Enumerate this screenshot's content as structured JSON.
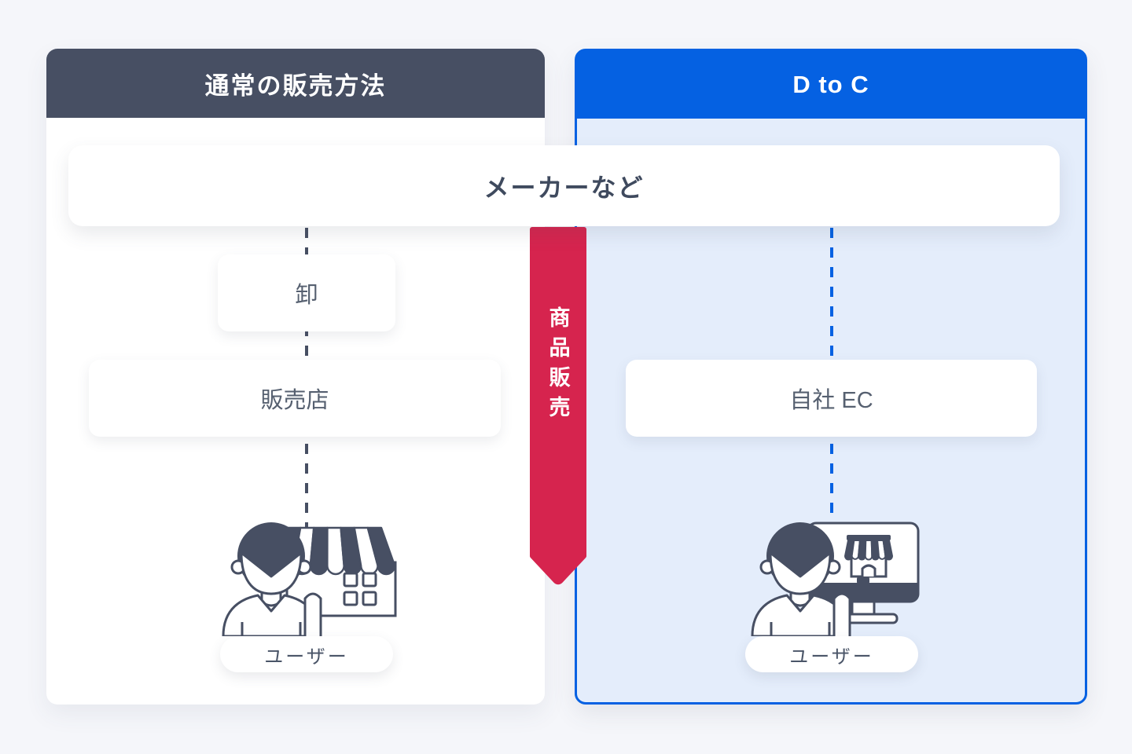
{
  "left_panel": {
    "title": "通常の販売方法",
    "header_bg": "#474F63",
    "nodes": {
      "wholesale": "卸",
      "retail": "販売店"
    },
    "user_label": "ユーザー"
  },
  "right_panel": {
    "title": "D to C",
    "header_bg": "#0561E2",
    "body_bg": "#E4EDFB",
    "nodes": {
      "own_ec": "自社 EC"
    },
    "user_label": "ユーザー"
  },
  "shared": {
    "maker_label": "メーカーなど"
  },
  "ribbon": {
    "label": "商品販売",
    "color": "#D6244E"
  },
  "icons": {
    "left": "user-with-storefront-icon",
    "right": "user-with-ec-monitor-icon"
  },
  "colors": {
    "page_bg": "#F5F6FA",
    "slate": "#474F63",
    "blue": "#0561E2",
    "light_blue": "#E4EDFB",
    "red": "#D6244E",
    "node_text": "#566070"
  }
}
